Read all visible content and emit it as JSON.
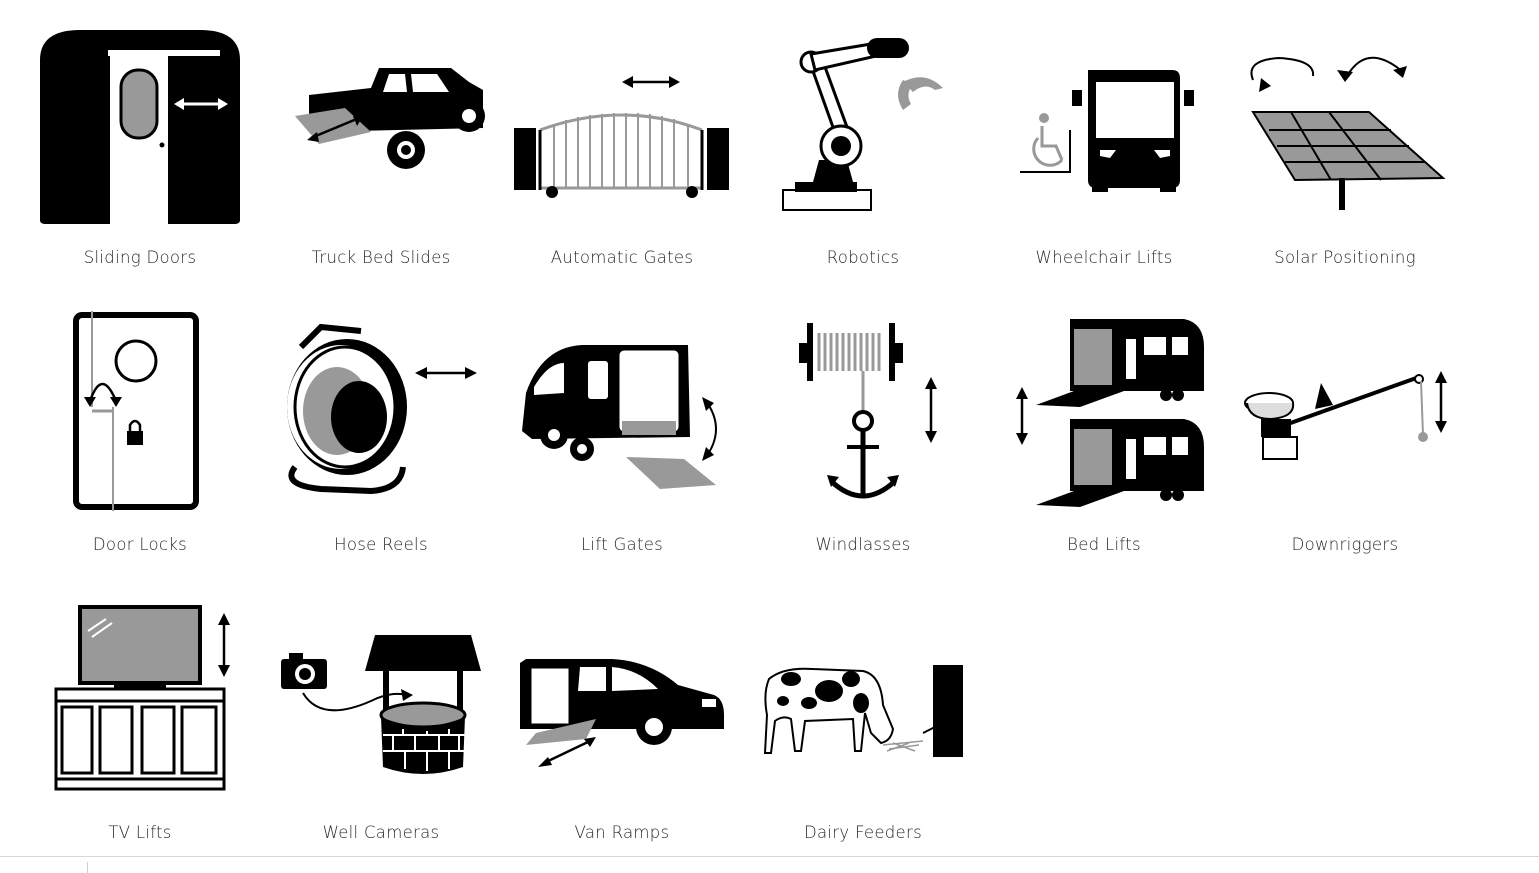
{
  "items": [
    {
      "label": "Sliding Doors",
      "icon": "sliding-door-icon"
    },
    {
      "label": "Truck Bed Slides",
      "icon": "pickup-truck-icon"
    },
    {
      "label": "Automatic Gates",
      "icon": "gate-icon"
    },
    {
      "label": "Robotics",
      "icon": "robot-arm-icon"
    },
    {
      "label": "Wheelchair Lifts",
      "icon": "bus-wheelchair-icon"
    },
    {
      "label": "Solar Positioning",
      "icon": "solar-panel-icon"
    },
    {
      "label": "Door Locks",
      "icon": "door-lock-icon"
    },
    {
      "label": "Hose Reels",
      "icon": "hose-reel-icon"
    },
    {
      "label": "Lift Gates",
      "icon": "van-liftgate-icon"
    },
    {
      "label": "Windlasses",
      "icon": "anchor-windlass-icon"
    },
    {
      "label": "Bed Lifts",
      "icon": "rv-bed-lift-icon"
    },
    {
      "label": "Downriggers",
      "icon": "downrigger-icon"
    },
    {
      "label": "TV Lifts",
      "icon": "tv-lift-icon"
    },
    {
      "label": "Well Cameras",
      "icon": "well-camera-icon"
    },
    {
      "label": "Van Ramps",
      "icon": "minivan-ramp-icon"
    },
    {
      "label": "Dairy Feeders",
      "icon": "cow-feeder-icon"
    }
  ],
  "colors": {
    "ink": "#000000",
    "gray": "#999999",
    "label": "#2a2a2a"
  }
}
